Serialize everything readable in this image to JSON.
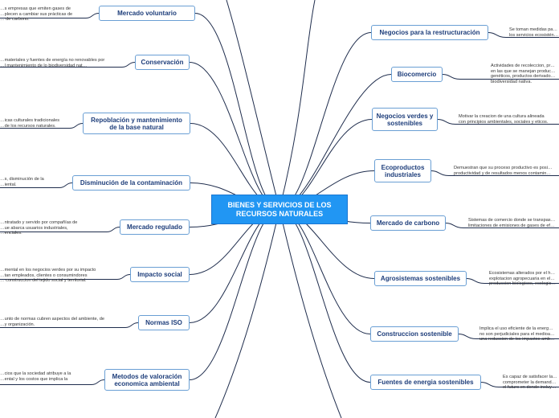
{
  "center": {
    "label": "BIENES Y SERVICIOS DE LOS RECURSOS NATURALES"
  },
  "left": [
    {
      "title": "Mercado voluntario",
      "text": "…s empresas que emiten gases de\n…plecen a cambiar sus prácticas de\n… de carbono."
    },
    {
      "title": "Conservación",
      "text": "…materiales y fuentes de energía no renovables por\n…l mantenimiento de lo biodiversidad nat…"
    },
    {
      "title": "Repoblación y mantenimiento de la base natural",
      "text": "…icas culturales tradicionales\n…de los recursos naturales."
    },
    {
      "title": "Disminución de la contaminación",
      "text": "…s, disminución de la\n…iental."
    },
    {
      "title": "Mercado regulado",
      "text": "…ntratado y servido por compañías de\n…ue abarca usuarios industriales,\n…enciales."
    },
    {
      "title": "Impacto social",
      "text": "…mental en los negocios verdes por su impacto\n…tan empleados, clientes o consumindores\n… construccion del tejido social y territorial."
    },
    {
      "title": "Normas ISO",
      "text": "…unto de normas cubren aspectos del ambiente, de\n…y organización."
    },
    {
      "title": "Metodos de valoración economica ambiental",
      "text": "…cios que la sociedad atribuye a la\n…ental y los costos que implica la\n…"
    }
  ],
  "right": [
    {
      "title": "Negocios para la restructuración",
      "text": "Se toman medidas pa…\nlos servicios ecosistén…"
    },
    {
      "title": "Biocomercio",
      "text": "Actividades de recoleccion, pr…\nen las que se manejan produc…\ngenéticos, productos derivado…\nbiodiversidad nativa."
    },
    {
      "title": "Negocios verdes y sostenibles",
      "text": "Motivar la creacion de una cultura alineada\ncon principios ambientales, sociales y eticos."
    },
    {
      "title": "Ecoproductos industriales",
      "text": "Demuestran que su proceso productivo es posi…\nproductividad y de resultados menos contamin…"
    },
    {
      "title": "Mercado de carbono",
      "text": "Sistemas de comercio donde se transpas…\nlimitaciones de emisiones de gases de ef…"
    },
    {
      "title": "Agrosistemas sostenibles",
      "text": "Ecosistemas alterados por el h…\nexplotacion agropecuaria en el…\nproduccion biologicos, ecologic…"
    },
    {
      "title": "Construccion sostenible",
      "text": "Implica el uso eficiente de la energ…\nno son perjudiciales para el medioa…\nuna reduccion de los impactos amb…"
    },
    {
      "title": "Fuentes de energia sostenibles",
      "text": "Es capaz de satisfacer la…\ncomprometer la demand…\nel futuro en donde incluy…"
    }
  ],
  "colors": {
    "line": "#1f2d4d",
    "center_fill": "#2196f3",
    "node_border": "#6a9fd4",
    "node_text": "#1d3d7a"
  }
}
